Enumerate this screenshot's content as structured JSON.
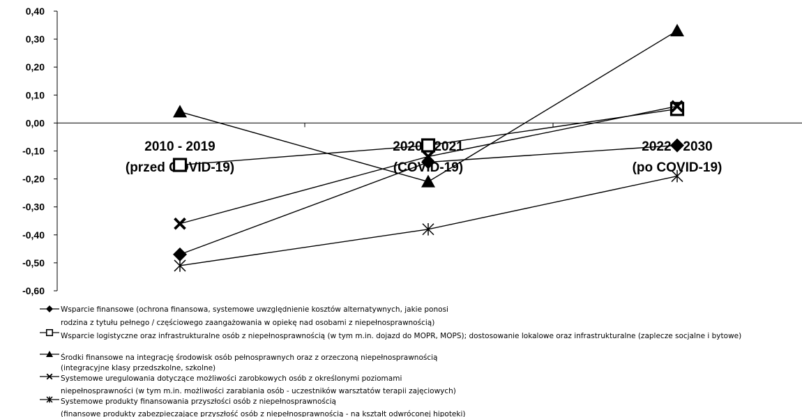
{
  "chart_data": {
    "type": "line",
    "categories": [
      [
        "2010 - 2019",
        "(przed COVID-19)"
      ],
      [
        "2020 - 2021",
        "(COVID-19)"
      ],
      [
        "2022 - 2030",
        "(po COVID-19)"
      ]
    ],
    "y_ticks": [
      "0,40",
      "0,30",
      "0,20",
      "0,10",
      "0,00",
      "-0,10",
      "-0,20",
      "-0,30",
      "-0,40",
      "-0,50",
      "-0,60"
    ],
    "ylim": [
      -0.6,
      0.4
    ],
    "grid": false,
    "legend_position": "bottom",
    "series": [
      {
        "name": [
          "Wsparcie finansowe (ochrona finansowa, systemowe uwzględnienie kosztów alternatywnych, jakie ponosi",
          "rodzina z tytułu pełnego / częściowego zaangażowania w opiekę nad osobami z niepełnosprawnością)"
        ],
        "marker": "diamond",
        "values": [
          -0.47,
          -0.14,
          -0.08
        ]
      },
      {
        "name": [
          "Wsparcie logistyczne oraz infrastrukturalne osób z niepełnosprawnością (w tym m.in. dojazd do MOPR, MOPS); dostosowanie lokalowe oraz infrastrukturalne (zaplecze socjalne i bytowe)"
        ],
        "marker": "square",
        "values": [
          -0.15,
          -0.08,
          0.05
        ]
      },
      {
        "name": [
          "Środki finansowe na integrację środowisk osób pełnosprawnych oraz z orzeczoną niepełnosprawnością",
          "(integracyjne klasy przedszkolne, szkolne)"
        ],
        "marker": "triangle",
        "values": [
          0.04,
          -0.21,
          0.33
        ]
      },
      {
        "name": [
          "Systemowe uregulowania dotyczące możliwości zarobkowych osób z określonymi poziomami",
          "niepełnosprawności (w tym m.in. możliwości zarabiania osób - uczestników warsztatów terapii zajęciowych)"
        ],
        "marker": "x",
        "values": [
          -0.36,
          -0.12,
          0.06
        ]
      },
      {
        "name": [
          "Systemowe produkty finansowania przyszłości osób z niepełnosprawnością",
          "(finansowe produkty zabezpieczające przyszłość osób z niepełnosprawnością - na kształt odwróconej hipoteki)"
        ],
        "marker": "star",
        "values": [
          -0.51,
          -0.38,
          -0.19
        ]
      }
    ]
  }
}
